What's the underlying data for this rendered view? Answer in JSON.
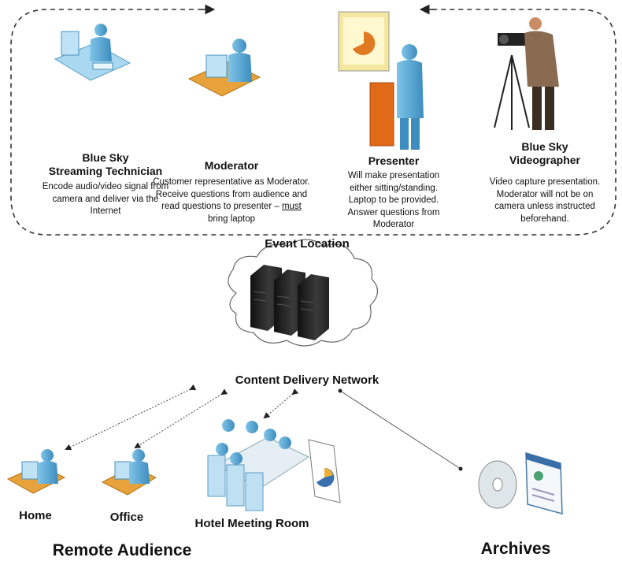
{
  "roles": {
    "technician": {
      "title_line1": "Blue Sky",
      "title_line2": "Streaming Technician",
      "desc": "Encode audio/video signal from camera and deliver via the Internet"
    },
    "moderator": {
      "title": "Moderator",
      "desc_part1": "Customer representative as Moderator. Receive questions from audience and read questions to presenter – ",
      "desc_underlined": "must",
      "desc_part2": " bring laptop"
    },
    "presenter": {
      "title": "Presenter",
      "desc": "Will make presentation either sitting/standing. Laptop to be provided. Answer questions from Moderator"
    },
    "videographer": {
      "title_line1": "Blue Sky",
      "title_line2": "Videographer",
      "desc": "Video capture presentation. Moderator will not be on camera unless instructed beforehand."
    }
  },
  "labels": {
    "event_location": "Event Location",
    "cdn": "Content Delivery Network",
    "home": "Home",
    "office": "Office",
    "hotel": "Hotel Meeting Room",
    "remote_audience": "Remote Audience",
    "archives": "Archives"
  }
}
